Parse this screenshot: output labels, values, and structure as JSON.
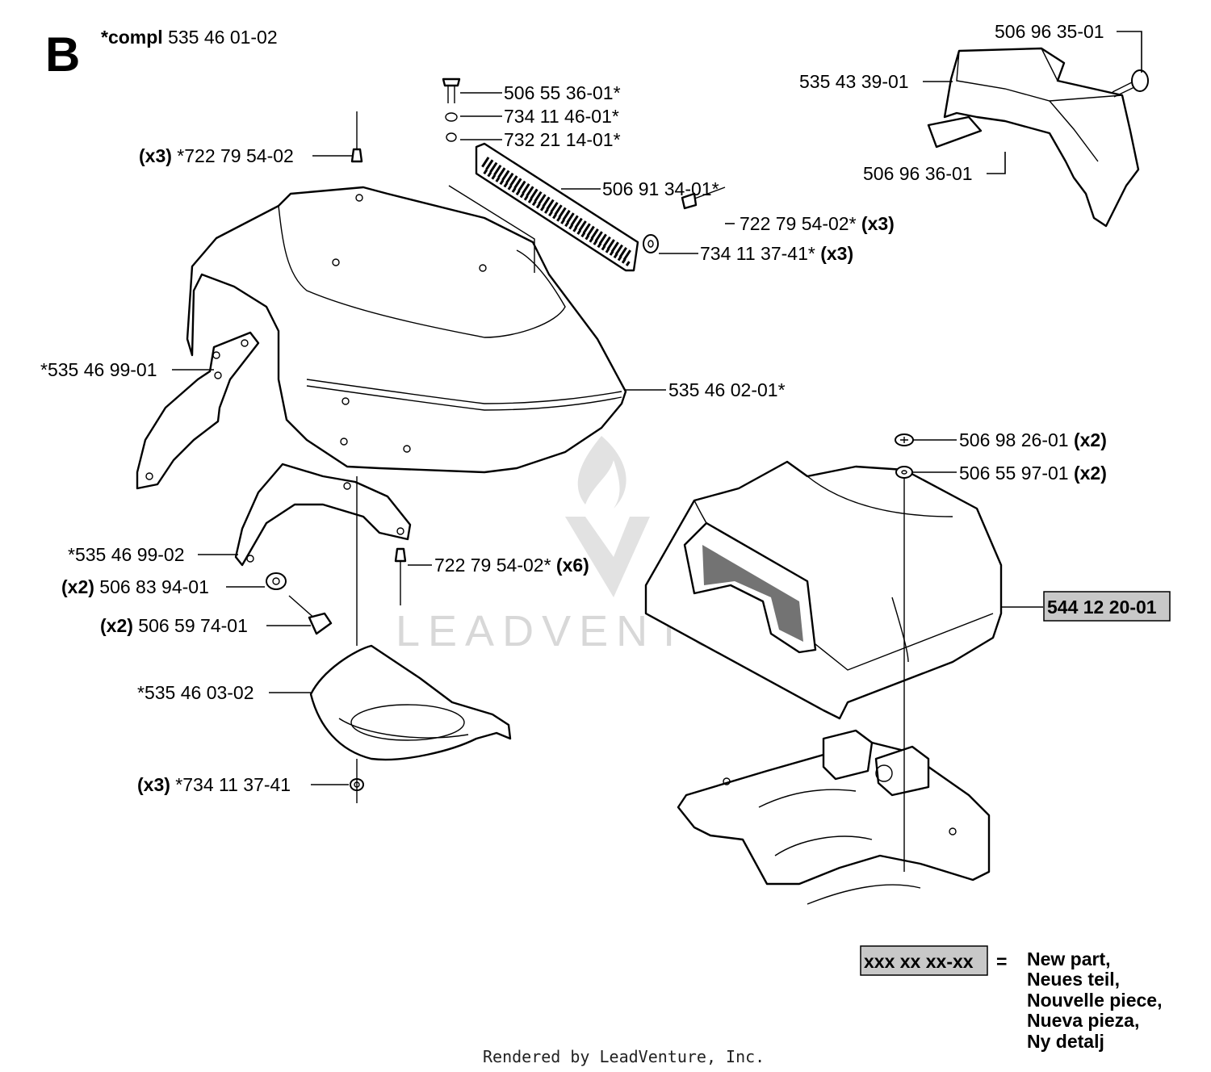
{
  "section_letter": "B",
  "assembly": {
    "prefix": "*compl",
    "number": "535 46 01-02"
  },
  "labels": [
    {
      "id": "l01",
      "text": "506 96 35-01",
      "qty": ""
    },
    {
      "id": "l02",
      "text": "535 43 39-01",
      "qty": ""
    },
    {
      "id": "l03",
      "text": "506 96 36-01",
      "qty": ""
    },
    {
      "id": "l04",
      "text": "506 55 36-01*",
      "qty": ""
    },
    {
      "id": "l05",
      "text": "734 11 46-01*",
      "qty": ""
    },
    {
      "id": "l06",
      "text": "732 21 14-01*",
      "qty": ""
    },
    {
      "id": "l07",
      "text": "*722 79 54-02",
      "qty": "(x3)"
    },
    {
      "id": "l08",
      "text": "506 91 34-01*",
      "qty": ""
    },
    {
      "id": "l09",
      "text": "722 79 54-02*",
      "qty": "(x3)"
    },
    {
      "id": "l10",
      "text": "734 11 37-41*",
      "qty": "(x3)"
    },
    {
      "id": "l11",
      "text": "*535 46 99-01",
      "qty": ""
    },
    {
      "id": "l12",
      "text": "535 46 02-01*",
      "qty": ""
    },
    {
      "id": "l13",
      "text": "506 98 26-01",
      "qty": "(x2)"
    },
    {
      "id": "l14",
      "text": "506 55 97-01",
      "qty": "(x2)"
    },
    {
      "id": "l15",
      "text": "*535 46 99-02",
      "qty": ""
    },
    {
      "id": "l16",
      "text": "722 79 54-02*",
      "qty": "(x6)"
    },
    {
      "id": "l17",
      "text": "506 83 94-01",
      "qty": "(x2)"
    },
    {
      "id": "l18",
      "text": "506 59 74-01",
      "qty": "(x2)"
    },
    {
      "id": "l19",
      "text": "*535 46 03-02",
      "qty": ""
    },
    {
      "id": "l20",
      "text": "*734 11 37-41",
      "qty": "(x3)"
    }
  ],
  "new_part": {
    "number": "544 12 20-01"
  },
  "legend": {
    "sample": "xxx xx xx-xx",
    "equals": "=",
    "lines": [
      "New part,",
      "Neues teil,",
      "Nouvelle piece,",
      "Nueva pieza,",
      "Ny detalj"
    ]
  },
  "watermark": "LEADVENTURE",
  "footer": "Rendered by LeadVenture, Inc.",
  "colors": {
    "highlight": "#c8c8c8",
    "ink": "#000000",
    "watermark": "#d8d8d8"
  }
}
